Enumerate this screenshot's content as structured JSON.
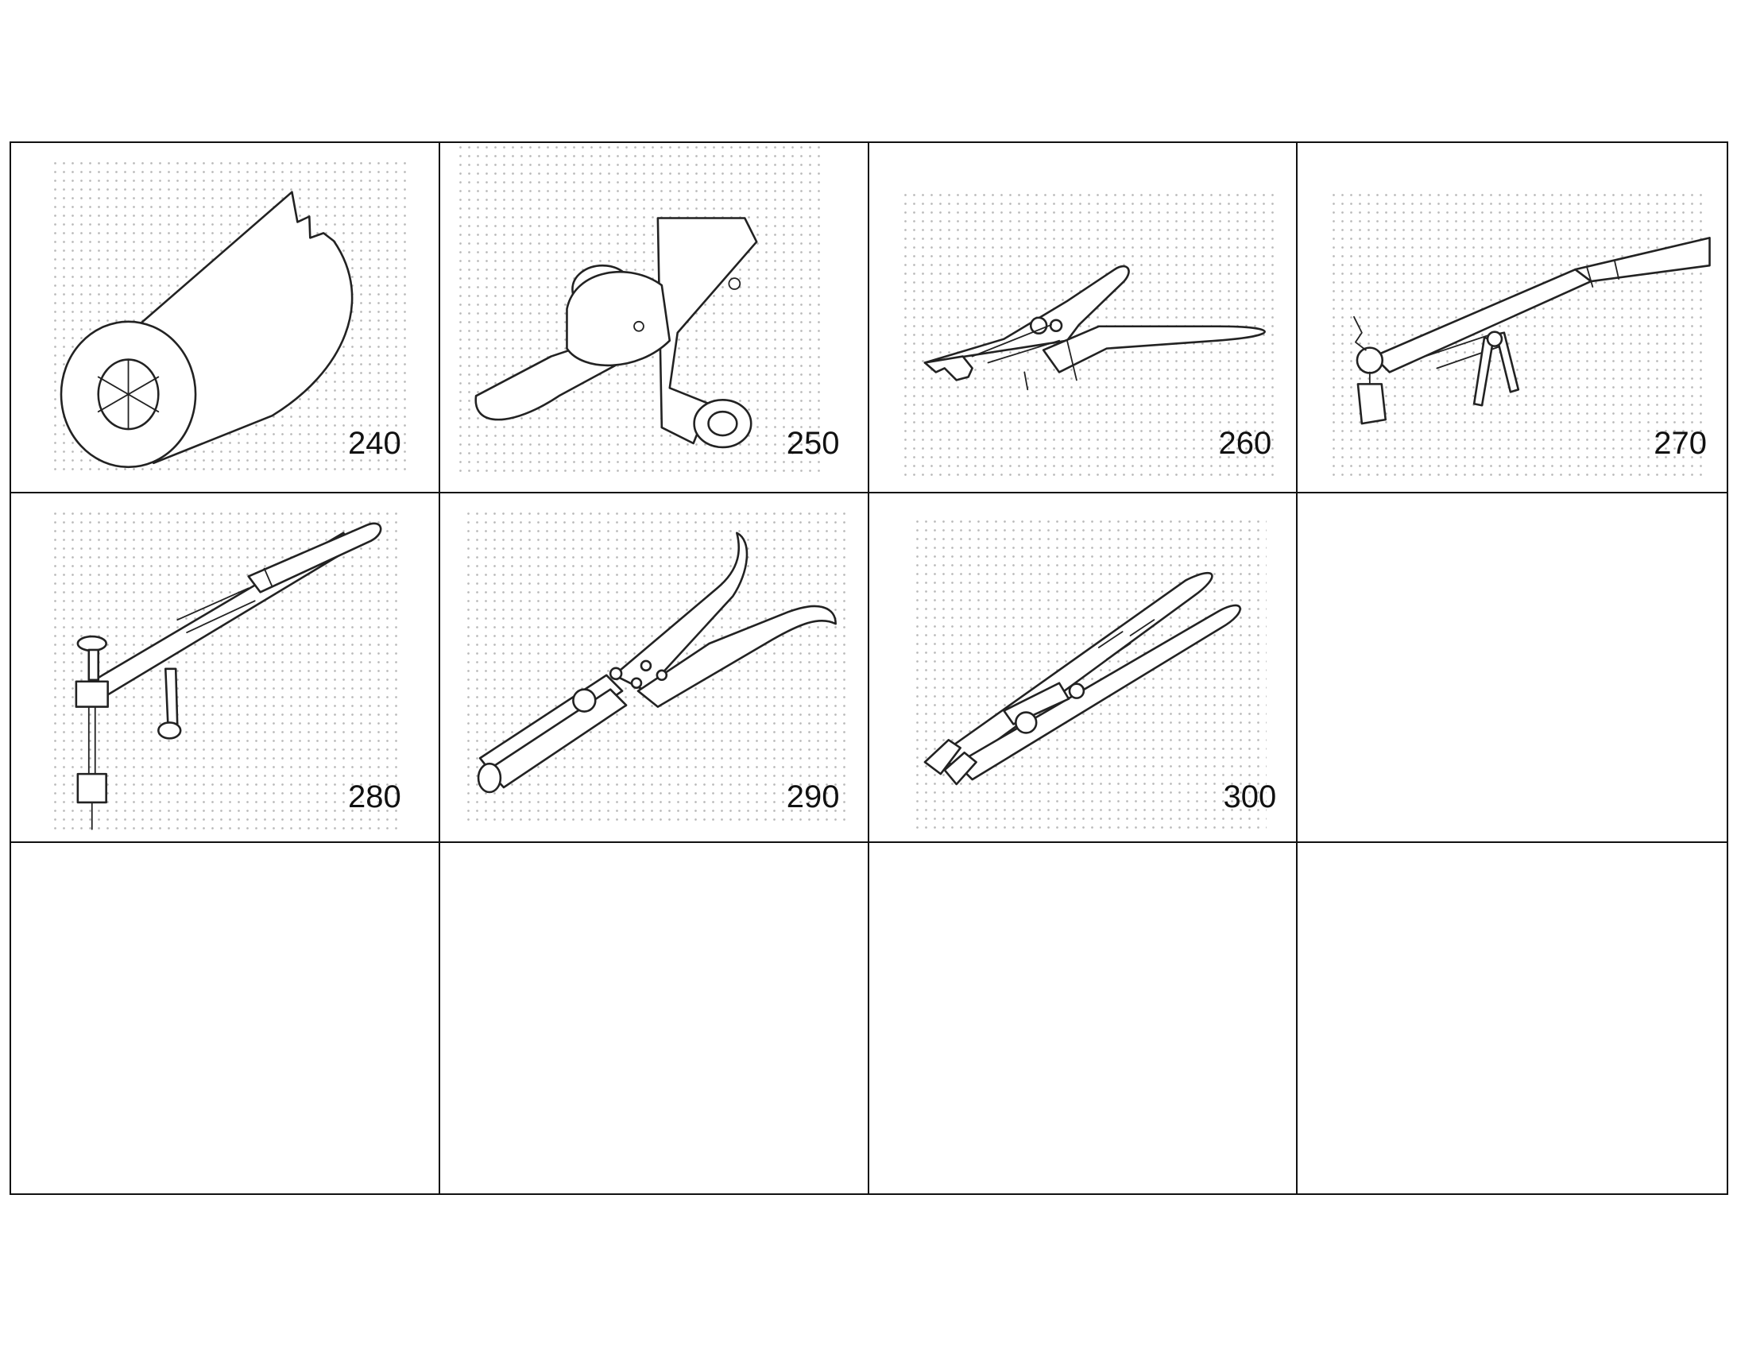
{
  "figure": {
    "tools": [
      {
        "number": "240",
        "icon": "socket-wrench-icon"
      },
      {
        "number": "250",
        "icon": "clamp-jig-icon"
      },
      {
        "number": "260",
        "icon": "pliers-icon"
      },
      {
        "number": "270",
        "icon": "gauge-arm-icon"
      },
      {
        "number": "280",
        "icon": "gauge-arm-icon"
      },
      {
        "number": "290",
        "icon": "ring-pliers-icon"
      },
      {
        "number": "300",
        "icon": "long-pliers-icon"
      }
    ]
  }
}
